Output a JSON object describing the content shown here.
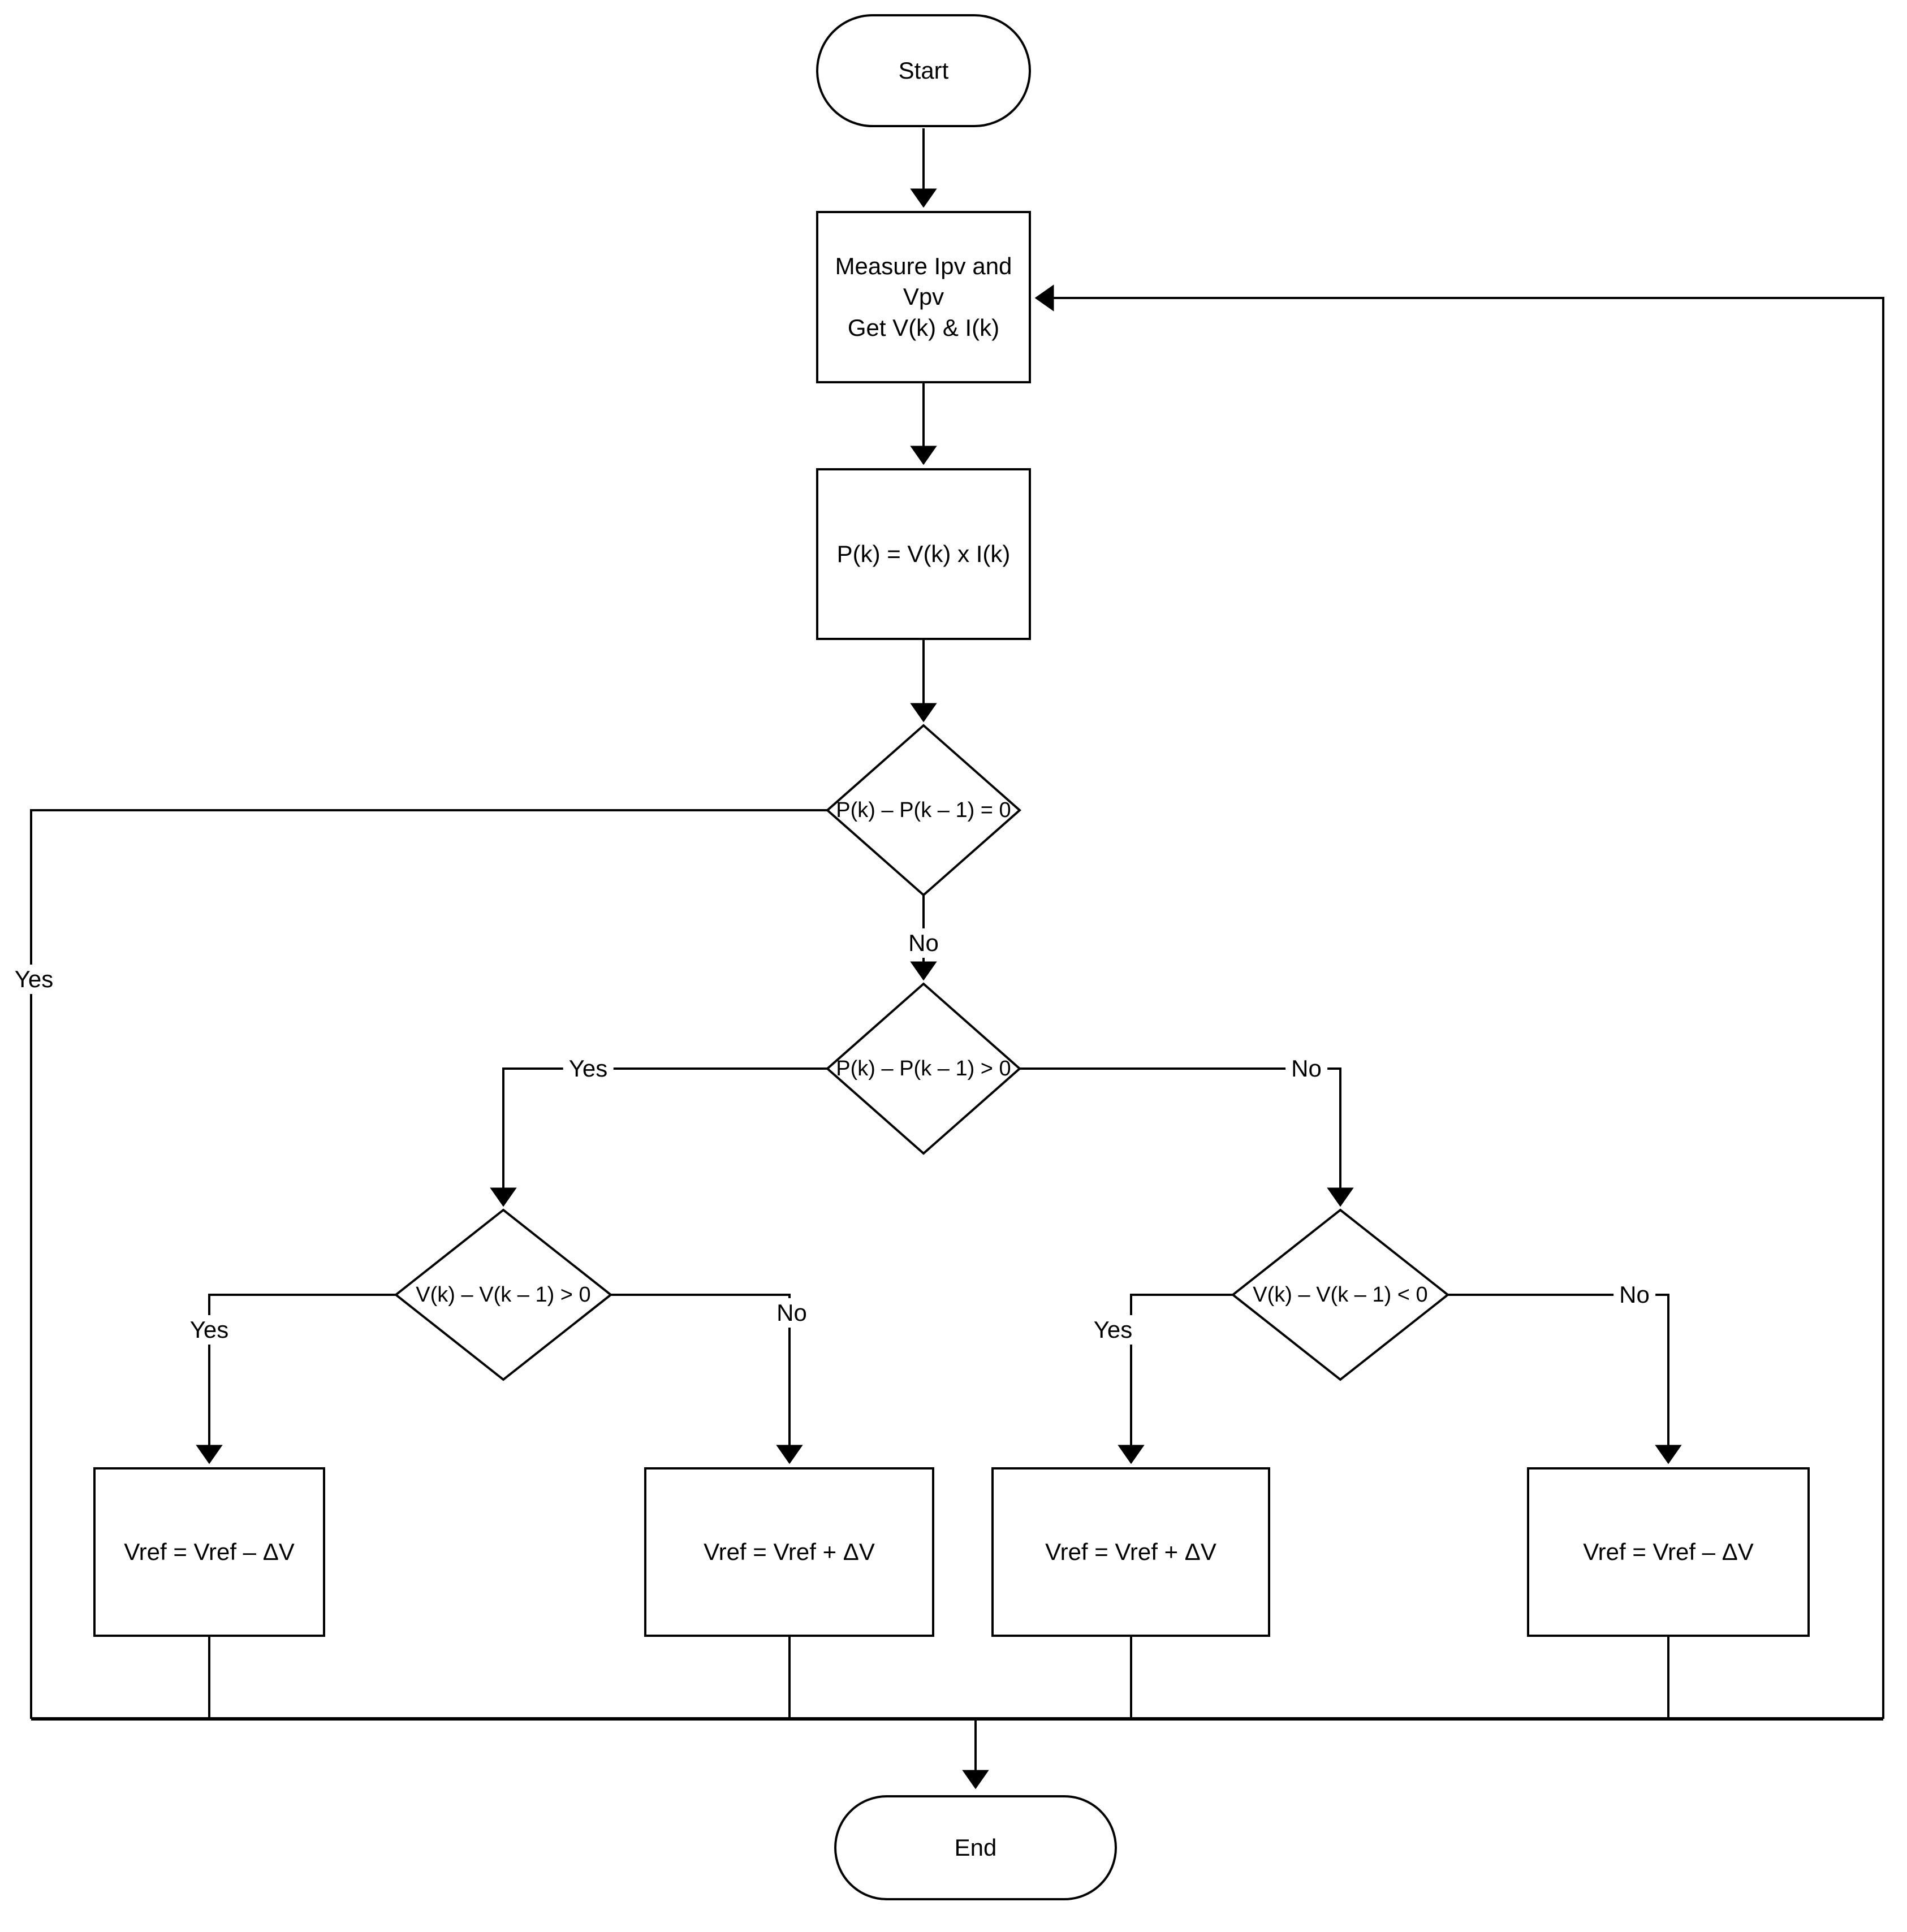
{
  "diagram": {
    "title": "Perturb and Observe MPPT flowchart",
    "colors": {
      "background": "#ffffff",
      "line": "#000000",
      "shape_fill": "#ffffff",
      "text": "#000000"
    },
    "nodes": {
      "start": {
        "label": "Start"
      },
      "measure": {
        "lines": [
          "Measure Ipv and",
          "Vpv",
          "Get V(k) & I(k)"
        ]
      },
      "compute_power": {
        "label": "P(k) = V(k) x I(k)"
      },
      "decision_power_equal": {
        "label": "P(k) – P(k – 1) = 0"
      },
      "decision_power_greater": {
        "label": "P(k) – P(k – 1) > 0"
      },
      "decision_voltage_greater": {
        "label": "V(k) – V(k – 1) > 0"
      },
      "decision_voltage_less": {
        "label": "V(k) – V(k – 1) < 0"
      },
      "vref_minus_left": {
        "label": "Vref = Vref – ΔV"
      },
      "vref_plus_left": {
        "label": "Vref = Vref + ΔV"
      },
      "vref_plus_right": {
        "label": "Vref = Vref + ΔV"
      },
      "vref_minus_right": {
        "label": "Vref = Vref – ΔV"
      },
      "end": {
        "label": "End"
      }
    },
    "edge_labels": {
      "d1_yes": "Yes",
      "d1_no": "No",
      "d2_yes": "Yes",
      "d2_no": "No",
      "d3_yes": "Yes",
      "d3_no": "No",
      "d4_yes": "Yes",
      "d4_no": "No"
    }
  }
}
